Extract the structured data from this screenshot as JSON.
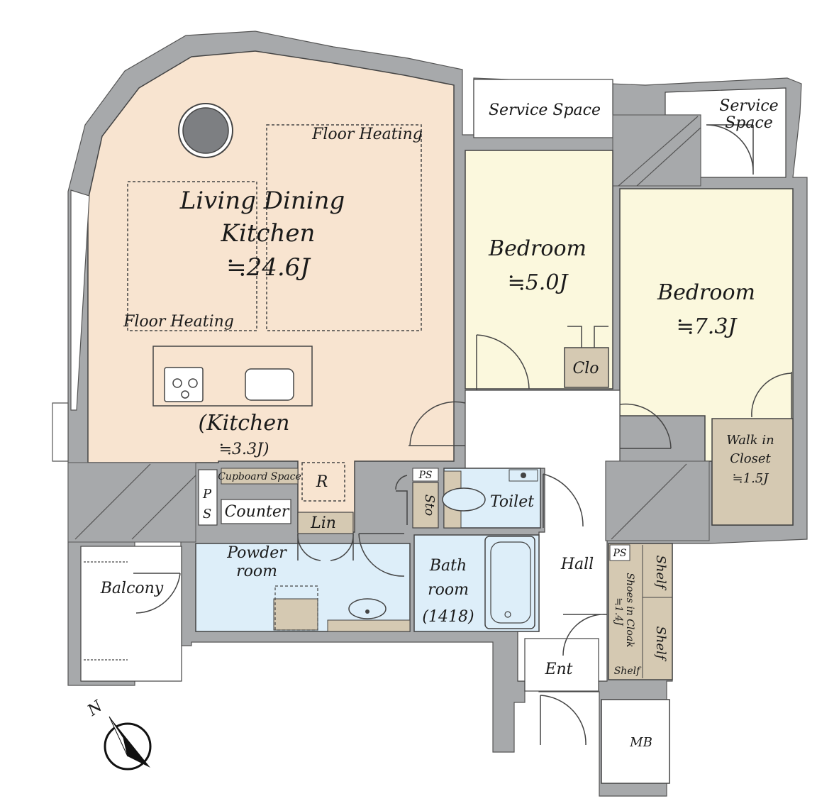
{
  "plan": {
    "colors": {
      "wall": "#a7a9ab",
      "ldk": "#f8e4d0",
      "bedroom": "#fbf8dd",
      "wet": "#ddeef9",
      "storage": "#d5c9b2",
      "white": "#ffffff"
    },
    "rooms": {
      "ldk": {
        "line1": "Living Dining",
        "line2": "Kitchen",
        "area": "≒24.6J"
      },
      "kitchen": {
        "name": "(Kitchen",
        "area": "≒3.3J)"
      },
      "floor_heating_upper": "Floor Heating",
      "floor_heating_lower": "Floor Heating",
      "service_space_1": "Service Space",
      "service_space_2_line1": "Service",
      "service_space_2_line2": "Space",
      "bedroom_1": {
        "name": "Bedroom",
        "area": "≒5.0J"
      },
      "bedroom_2": {
        "name": "Bedroom",
        "area": "≒7.3J"
      },
      "clo": "Clo",
      "walk_in": {
        "line1": "Walk in",
        "line2": "Closet",
        "area": "≒1.5J"
      },
      "cupboard_space": "Cupboard Space",
      "r": "R",
      "ps_1_line1": "P",
      "ps_1_line2": "S",
      "counter": "Counter",
      "lin": "Lin",
      "powder": {
        "line1": "Powder",
        "line2": "room"
      },
      "ps_2": "PS",
      "sto": "Sto",
      "toilet": "Toilet",
      "bath": {
        "line1": "Bath",
        "line2": "room",
        "line3": "(1418)"
      },
      "hall": "Hall",
      "ps_3": "PS",
      "shoes": {
        "line1": "Shoes in Cloak",
        "area": "≒1.4J"
      },
      "shelf_1": "Shelf",
      "shelf_2": "Shelf",
      "shelf_3": "Shelf",
      "balcony": "Balcony",
      "ent": "Ent",
      "mb": "MB"
    },
    "compass": {
      "label": "N"
    }
  }
}
